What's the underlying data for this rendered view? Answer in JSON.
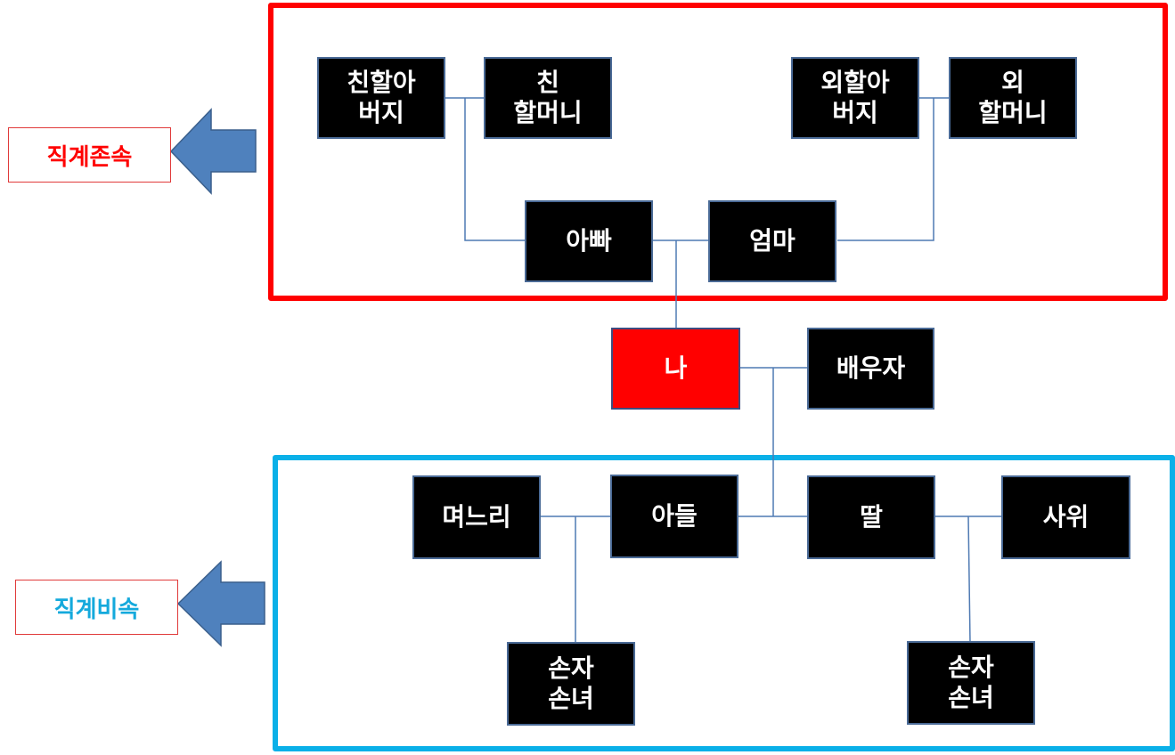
{
  "side_labels": {
    "ascendants": "직계존속",
    "descendants": "직계비속"
  },
  "nodes": {
    "paternal_grandfather": "친할아\n버지",
    "paternal_grandmother": "친\n할머니",
    "maternal_grandfather": "외할아\n버지",
    "maternal_grandmother": "외\n할머니",
    "father": "아빠",
    "mother": "엄마",
    "me": "나",
    "spouse": "배우자",
    "daughter_in_law": "며느리",
    "son": "아들",
    "daughter": "딸",
    "son_in_law": "사위",
    "grandchildren_left": "손자\n손녀",
    "grandchildren_right": "손자\n손녀"
  },
  "colors": {
    "ascendant_frame": "#ff0000",
    "descendant_frame": "#0ab0e8",
    "node_fill": "#000000",
    "me_fill": "#ff0000",
    "connector": "#4f7ab3",
    "arrow_fill": "#4f81bd"
  },
  "icons": {
    "arrows": "left-arrow-icon"
  }
}
